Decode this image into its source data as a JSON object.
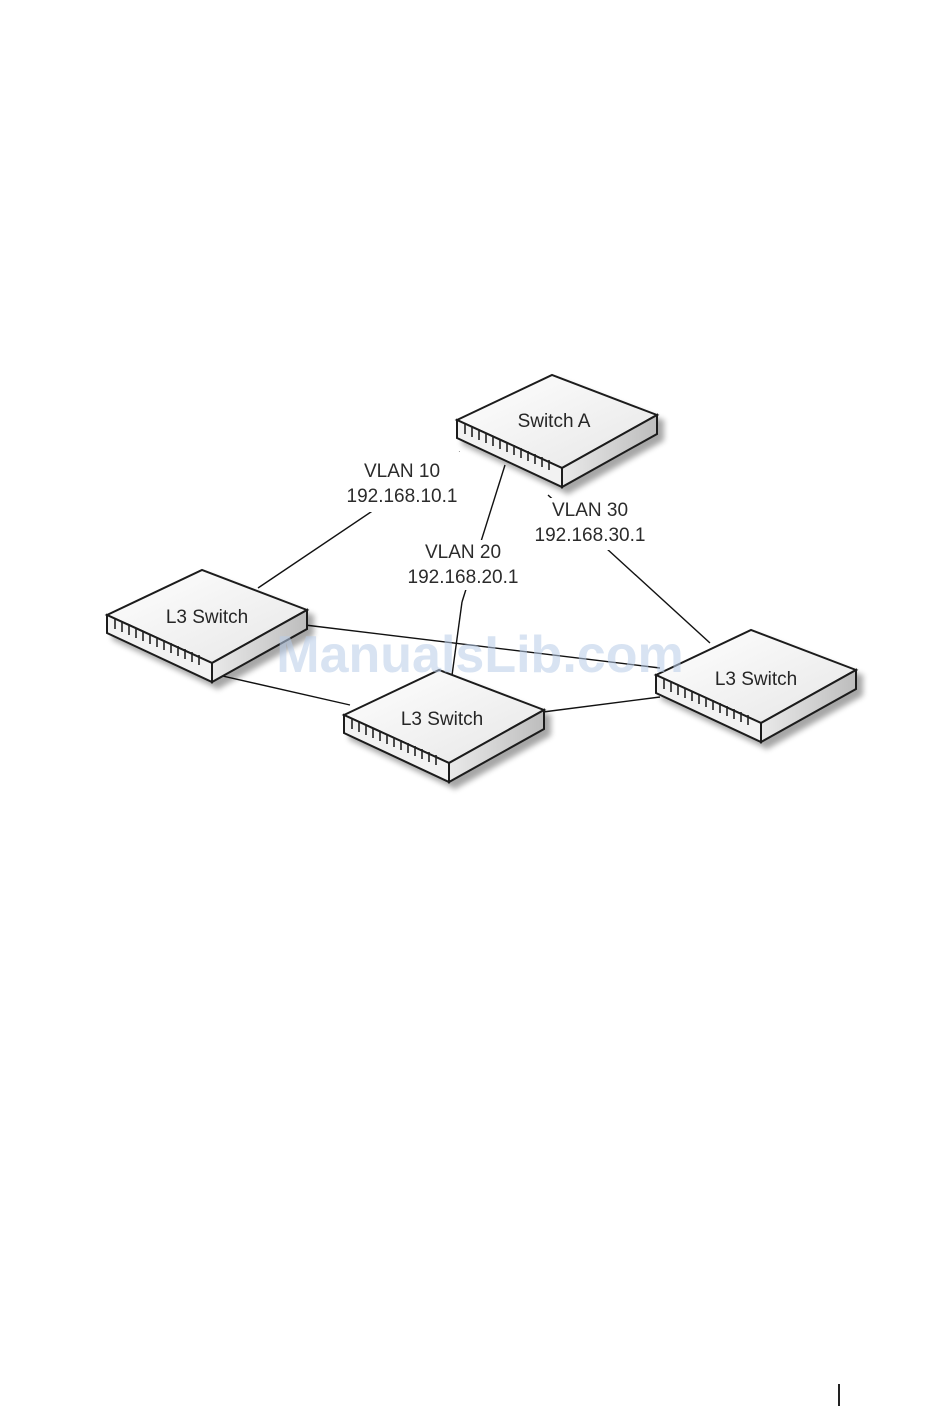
{
  "devices": {
    "switch_a": "Switch A",
    "l3_left": "L3 Switch",
    "l3_center": "L3 Switch",
    "l3_right": "L3 Switch"
  },
  "links": {
    "vlan10": {
      "name": "VLAN 10",
      "ip": "192.168.10.1"
    },
    "vlan20": {
      "name": "VLAN 20",
      "ip": "192.168.20.1"
    },
    "vlan30": {
      "name": "VLAN 30",
      "ip": "192.168.30.1"
    }
  },
  "watermark": "ManualsLib.com",
  "colors": {
    "line": "#111111",
    "switch_top": "#f4f4f4",
    "switch_side": "#cfcfcf"
  }
}
